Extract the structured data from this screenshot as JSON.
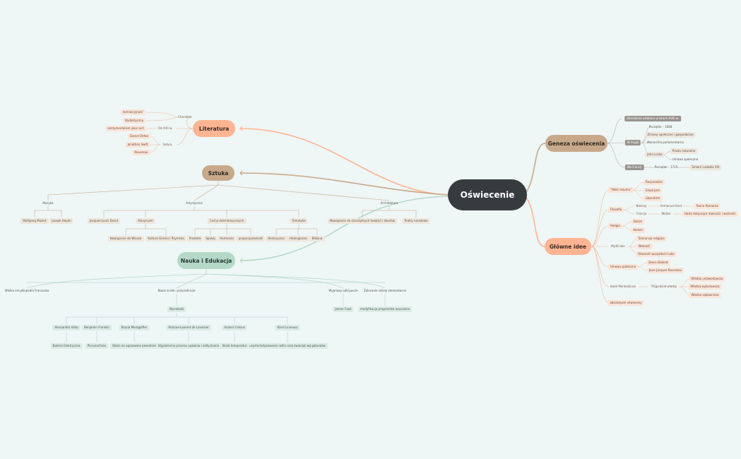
{
  "root": "Oświecenie",
  "branches": {
    "literatura": {
      "label": "Literatura",
      "oswieceniowa": "Charakter",
      "oswieceniowa_items": [
        "Instrukcyjność",
        "Dydaktyczny"
      ],
      "gatunki_parent": "Od XVII w.",
      "gatunki_item": "sentymentalizm jako nurt",
      "satyra": "Satyry",
      "satyra_items": [
        "Daniel Defoe",
        "Jonathan Swift",
        "Rousseau"
      ]
    },
    "sztuka": {
      "label": "Sztuka",
      "muzyka": "Muzyka",
      "muzyka_items": [
        "Wolfgang Mozart",
        "Joseph Haydn"
      ],
      "artystyczne": "Artystyczne",
      "artystyczne_item": "Jacques-Louis David",
      "klasycyzm": "Klasycyzm",
      "klasycyzm_items": [
        "Nawiązanie do Wiosza",
        "Kultura Grecka i Rzymska"
      ],
      "cechy": "Cechy dzieł klasycznych",
      "cechy_items": [
        "Prostota",
        "Spokój",
        "Harmonia",
        "proporcjonalność"
      ],
      "tematyka": "Tematyka",
      "tematyka_items": [
        "Historyczna",
        "mitologiczna",
        "Biblijna"
      ],
      "architektura": "Architektura",
      "architektura_items": [
        "Nawiązanie do starożytnych świątyń i dworów",
        "Teatry narodowe"
      ]
    },
    "nauka": {
      "label": "Nauka i Edukacja",
      "encyklopedia": "Wielka encyklopedia Francuska",
      "nauki": "Nauki ścisłe i przyrodnicze",
      "wynalazki": "Wynalazki",
      "inventors": [
        {
          "name": "Alessandro Volta",
          "item": "Bateria Elektryczna"
        },
        {
          "name": "Benjamin Franklin",
          "item": "Piorunochron"
        },
        {
          "name": "Bracia Montgolfier",
          "item": "Balon na ogrzewane powietrze"
        },
        {
          "name": "Antoine-Laurent de Lavoisier",
          "item": "Wyjaśnienie procesu spalania i oddychania"
        },
        {
          "name": "Anders Celsius",
          "item": "Skala temperatur"
        },
        {
          "name": "Karol Linneusz",
          "item": "usystematyzowanie roślin oraz zwierząt wg gatunków"
        }
      ],
      "wyprawy": "Wyprawy odkrywcze",
      "wyprawy_item": "James Cook",
      "szkoly": "Zalecanie szkoły elementarne",
      "szkoly_item": "modyfikacja programów nauczania"
    },
    "geneza": {
      "label": "Geneza oświecenia",
      "intro": "Określenie ustalone w latach XVIII w.",
      "anglia": "W Anglii",
      "anglia_items": [
        "Początek – 1688",
        "Zmiany społeczne i gospodarcze",
        "Monarchia parlamentarna"
      ],
      "locke": "John Locke",
      "locke_items": [
        "Prawa naturalne",
        "Umowa społeczna"
      ],
      "francja": "We Francji",
      "francja_item": "Początek – 1715",
      "francja_sub": "Śmierć Ludwika XIV"
    },
    "idee": {
      "label": "Główne idee",
      "wiek_rozumu": "\"Wiek rozumu\"",
      "wiek_items": [
        "Racjonalizm",
        "Empiryzm",
        "Liberalizm"
      ],
      "filozofia": "Filozofia",
      "niemcy": "Niemcy",
      "kant": "Immanuel Kant",
      "kant_sub": "Teoria Poznania",
      "francja": "Francja",
      "wolter": "Wolter",
      "wolter_sub": "Hasła dotyczące równości i wolności",
      "religia": "Religia",
      "religia_items": [
        "Deizm",
        "Ateizm"
      ],
      "mysliciele": "Myśliciele",
      "mysliciele_items": [
        "Tolerancja religijna",
        "Wolność",
        "Równość wszystkich ludzi"
      ],
      "umowa": "Umowa społeczna",
      "umowa_items": [
        "Denis Diderot",
        "Jean-Jacques Rousseau"
      ],
      "monteskiusz": "Karol Monteskiusz",
      "trojpodzial": "Trójpodział władzy",
      "trojpodzial_items": [
        "Władza ustawodawcza",
        "Władza wykonawcza",
        "Władza sądownicza"
      ],
      "absolutyzm": "absolutyzm oświecony"
    }
  },
  "colors": {
    "background": "#eef6f6",
    "root": "#363b3d",
    "literatura": "#ffb492",
    "sztuka": "#c7a98a",
    "nauka": "#b5d9c8",
    "geneza": "#c7a98a",
    "idee": "#ffb492"
  }
}
